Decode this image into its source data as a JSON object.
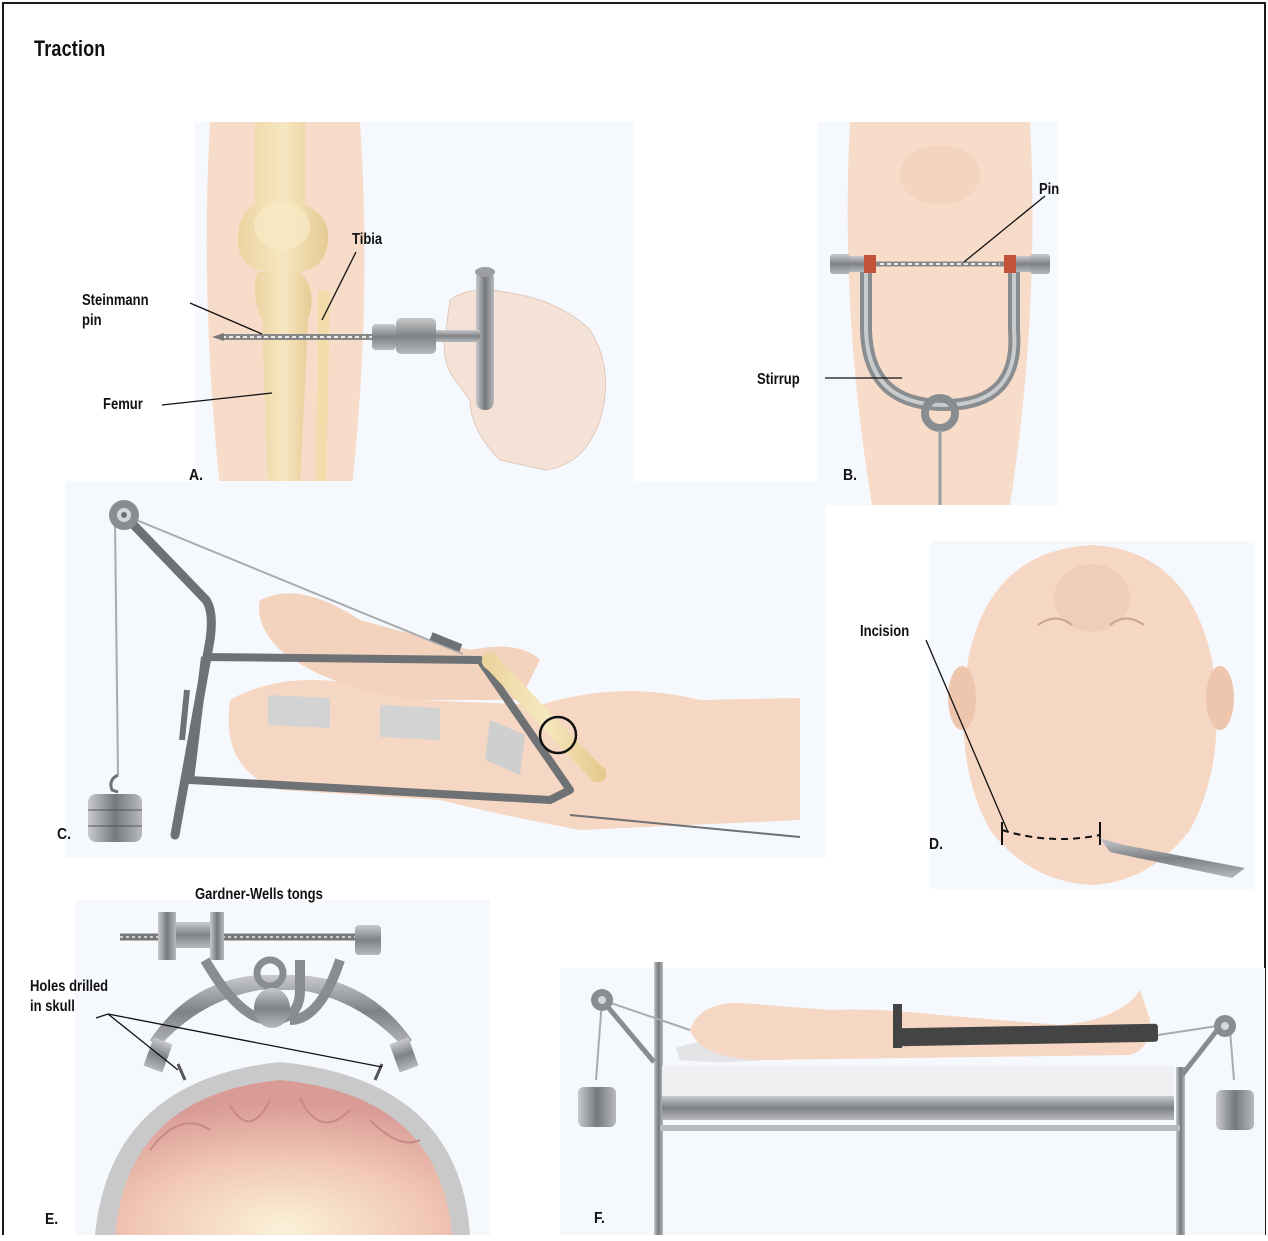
{
  "title": "Traction",
  "panels": {
    "a": {
      "letter": "A.",
      "labels": {
        "tibia": "Tibia",
        "steinmann_pin_line1": "Steinmann",
        "steinmann_pin_line2": "pin",
        "femur": "Femur"
      }
    },
    "b": {
      "letter": "B.",
      "labels": {
        "pin": "Pin",
        "stirrup": "Stirrup"
      }
    },
    "c": {
      "letter": "C."
    },
    "d": {
      "letter": "D.",
      "labels": {
        "incision": "Incision"
      }
    },
    "e": {
      "letter": "E.",
      "labels": {
        "tongs": "Gardner-Wells tongs",
        "holes_line1": "Holes drilled",
        "holes_line2": "in skull"
      }
    },
    "f": {
      "letter": "F."
    }
  },
  "colors": {
    "skin": "#f6d7c3",
    "bone": "#f1dfa8",
    "metal": "#8d8f92",
    "panel_bg": "#f4f7fc",
    "brain": "#e9b3ad"
  }
}
